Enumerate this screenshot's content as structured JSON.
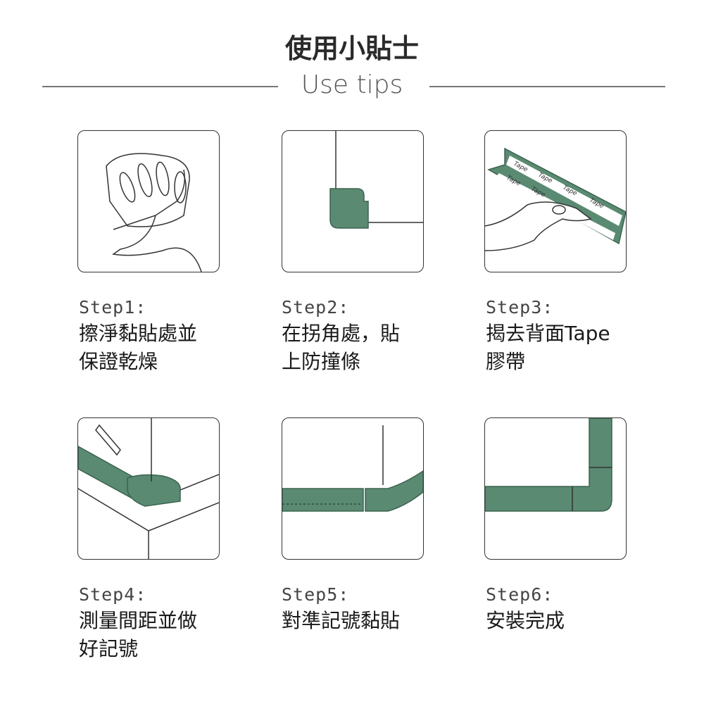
{
  "header": {
    "title": "使用小貼士",
    "subtitle": "Use tips"
  },
  "colors": {
    "accent": "#5a8a72",
    "line": "#333333"
  },
  "tape_label": "Tape",
  "steps": [
    {
      "label": "Step1:",
      "lines": [
        "擦淨黏貼處並",
        "保證乾燥"
      ]
    },
    {
      "label": "Step2:",
      "lines": [
        "在拐角處，貼",
        "上防撞條"
      ]
    },
    {
      "label": "Step3:",
      "lines": [
        "揭去背面Tape",
        "膠帶"
      ]
    },
    {
      "label": "Step4:",
      "lines": [
        "測量間距並做",
        "好記號"
      ]
    },
    {
      "label": "Step5:",
      "lines": [
        "對準記號黏貼"
      ]
    },
    {
      "label": "Step6:",
      "lines": [
        "安裝完成"
      ]
    }
  ]
}
